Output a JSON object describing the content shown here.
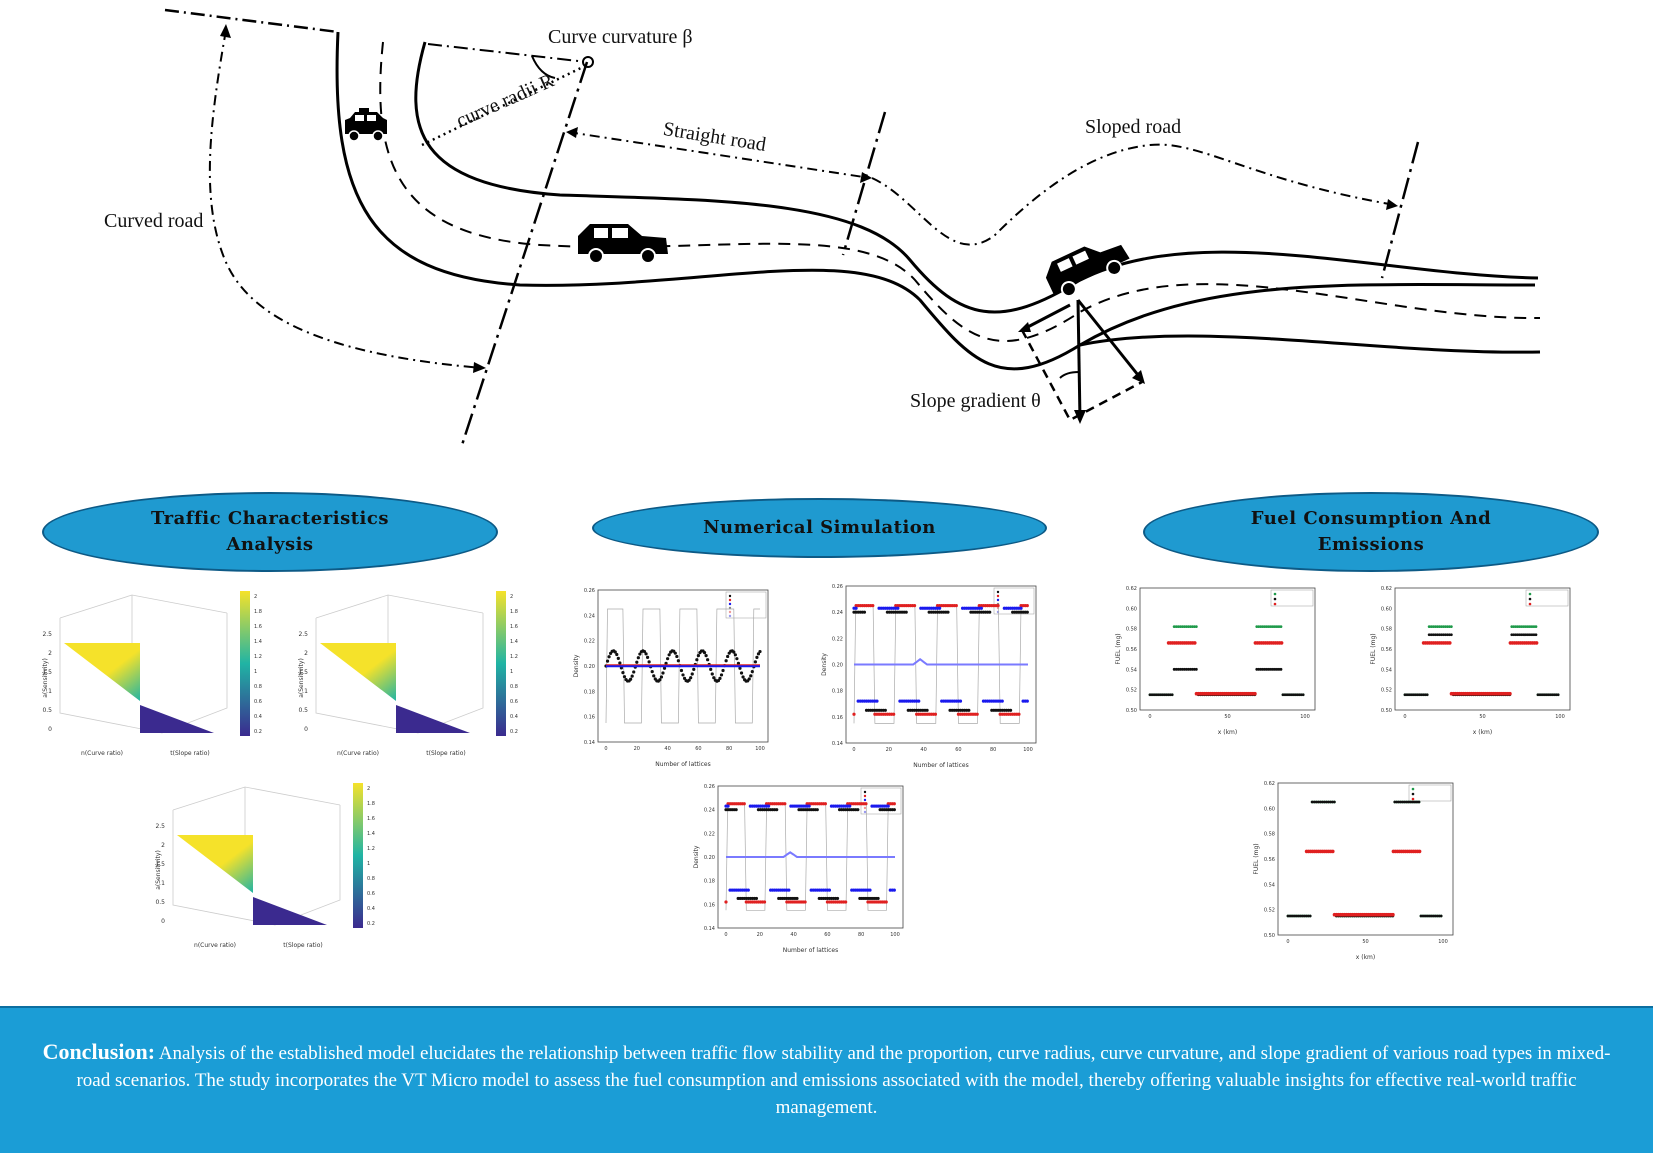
{
  "diagram": {
    "labels": {
      "curve_curvature": "Curve curvature β",
      "curve_radii": "curve radii R",
      "straight_road": "Straight road",
      "sloped_road": "Sloped road",
      "curved_road": "Curved road",
      "slope_gradient": "Slope gradient θ"
    }
  },
  "sections": {
    "traffic": "Traffic Characteristics Analysis",
    "numerical": "Numerical Simulation",
    "fuel": "Fuel Consumption And Emissions"
  },
  "plots": {
    "surface": {
      "xlabel": "n(Curve ratio)",
      "ylabel": "t(Slope ratio)",
      "zlabel": "a(Sensitivity)",
      "z_ticks": [
        "0",
        "0.5",
        "1",
        "1.5",
        "2",
        "2.5"
      ],
      "colorbar_ticks": [
        "0.2",
        "0.4",
        "0.6",
        "0.8",
        "1",
        "1.2",
        "1.4",
        "1.6",
        "1.8",
        "2"
      ],
      "colors": {
        "low": "#3b2a8f",
        "mid": "#20b4a4",
        "high": "#f5e22a"
      }
    },
    "density": {
      "xlabel": "Number of lattices",
      "ylabel": "Density",
      "x_ticks": [
        "0",
        "20",
        "40",
        "60",
        "80",
        "100"
      ],
      "y_ticks": [
        "0.14",
        "0.16",
        "0.18",
        "0.20",
        "0.22",
        "0.24",
        "0.26"
      ]
    },
    "fuel": {
      "xlabel": "x (km)",
      "ylabel": "FUEL (mg)",
      "x_ticks": [
        "0",
        "50",
        "100"
      ],
      "y_ticks": [
        "0.50",
        "0.52",
        "0.54",
        "0.56",
        "0.58",
        "0.60",
        "0.62"
      ]
    }
  },
  "conclusion": {
    "lead": "Conclusion:",
    "text": "Analysis of the established model elucidates the relationship between traffic flow stability and the proportion, curve radius, curve curvature, and slope gradient of various road types in mixed-road scenarios. The study incorporates the VT Micro model to assess the fuel consumption and emissions associated with the model, thereby offering valuable insights for effective real-world traffic management."
  },
  "colors": {
    "oval_fill": "#1f9ad0",
    "conclusion_bg": "#1b9dd6",
    "series_red": "#e02020",
    "series_black": "#111111",
    "series_blue": "#1a1aee",
    "series_green": "#1f9a4a"
  }
}
